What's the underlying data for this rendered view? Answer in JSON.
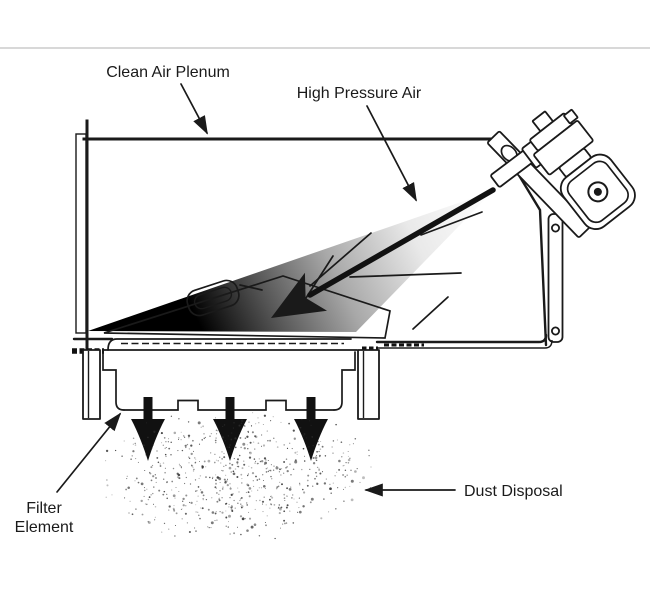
{
  "page": {
    "background": "#ffffff",
    "divider_color": "#cccccc"
  },
  "labels": {
    "clean_air_plenum": "Clean Air Plenum",
    "high_pressure_air": "High Pressure Air",
    "filter_element_line1": "Filter",
    "filter_element_line2": "Element",
    "dust_disposal": "Dust Disposal"
  },
  "colors": {
    "line": "#1a1a1a",
    "cone_gradient_start": "#ffffff",
    "cone_gradient_end": "#000000",
    "arrow_fill": "#111111",
    "dust_dot": "#2e2e2e"
  }
}
